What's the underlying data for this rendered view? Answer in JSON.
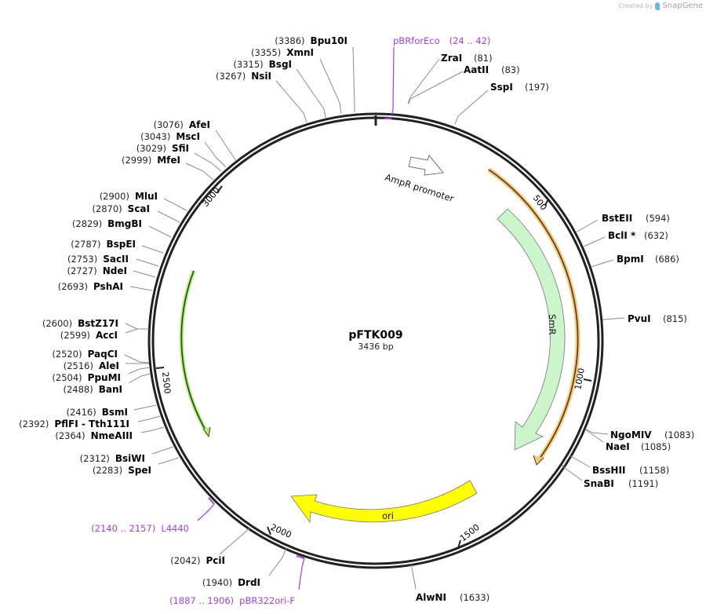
{
  "credit": {
    "prefix": "Created by",
    "brand": "SnapGene"
  },
  "plasmid": {
    "name": "pFTK009",
    "length_label": "3436 bp",
    "length": 3436
  },
  "ticks": [
    {
      "label": "500",
      "pos": 500
    },
    {
      "label": "1000",
      "pos": 1000
    },
    {
      "label": "1500",
      "pos": 1500
    },
    {
      "label": "2000",
      "pos": 2000
    },
    {
      "label": "2500",
      "pos": 2500
    },
    {
      "label": "3000",
      "pos": 3000
    }
  ],
  "features": [
    {
      "name": "AmpR promoter",
      "type": "promoter",
      "color": "#ffffff",
      "label": "AmpR promoter"
    },
    {
      "name": "SmR",
      "type": "CDS",
      "color": "#ccf5cc",
      "label": "SmR"
    },
    {
      "name": "ori",
      "type": "rep_origin",
      "color": "#ffff00",
      "label": "ori"
    },
    {
      "name": "orange-feature",
      "type": "misc",
      "color": "#f8c878",
      "label": ""
    },
    {
      "name": "green-feature",
      "type": "misc",
      "color": "#a8f070",
      "label": ""
    }
  ],
  "enzymes_right": [
    {
      "name": "ZraI",
      "pos": "(81)"
    },
    {
      "name": "AatII",
      "pos": "(83)"
    },
    {
      "name": "SspI",
      "pos": "(197)"
    },
    {
      "name": "BstEII",
      "pos": "(594)"
    },
    {
      "name": "BclI *",
      "pos": "(632)"
    },
    {
      "name": "BpmI",
      "pos": "(686)"
    },
    {
      "name": "PvuI",
      "pos": "(815)"
    },
    {
      "name": "NgoMIV",
      "pos": "(1083)"
    },
    {
      "name": "NaeI",
      "pos": "(1085)"
    },
    {
      "name": "BssHII",
      "pos": "(1158)"
    },
    {
      "name": "SnaBI",
      "pos": "(1191)"
    },
    {
      "name": "AlwNI",
      "pos": "(1633)"
    }
  ],
  "enzymes_left": [
    {
      "name": "Bpu10I",
      "pos": "(3386)"
    },
    {
      "name": "XmnI",
      "pos": "(3355)"
    },
    {
      "name": "BsgI",
      "pos": "(3315)"
    },
    {
      "name": "NsiI",
      "pos": "(3267)"
    },
    {
      "name": "AfeI",
      "pos": "(3076)"
    },
    {
      "name": "MscI",
      "pos": "(3043)"
    },
    {
      "name": "SfiI",
      "pos": "(3029)"
    },
    {
      "name": "MfeI",
      "pos": "(2999)"
    },
    {
      "name": "MluI",
      "pos": "(2900)"
    },
    {
      "name": "ScaI",
      "pos": "(2870)"
    },
    {
      "name": "BmgBI",
      "pos": "(2829)"
    },
    {
      "name": "BspEI",
      "pos": "(2787)"
    },
    {
      "name": "SacII",
      "pos": "(2753)"
    },
    {
      "name": "NdeI",
      "pos": "(2727)"
    },
    {
      "name": "PshAI",
      "pos": "(2693)"
    },
    {
      "name": "BstZ17I",
      "pos": "(2600)"
    },
    {
      "name": "AccI",
      "pos": "(2599)"
    },
    {
      "name": "PaqCI",
      "pos": "(2520)"
    },
    {
      "name": "AleI",
      "pos": "(2516)"
    },
    {
      "name": "PpuMI",
      "pos": "(2504)"
    },
    {
      "name": "BanI",
      "pos": "(2488)"
    },
    {
      "name": "BsmI",
      "pos": "(2416)"
    },
    {
      "name": "PflFI  - Tth111I",
      "pos": "(2392)"
    },
    {
      "name": "NmeAIII",
      "pos": "(2364)"
    },
    {
      "name": "BsiWI",
      "pos": "(2312)"
    },
    {
      "name": "SpeI",
      "pos": "(2283)"
    },
    {
      "name": "PciI",
      "pos": "(2042)"
    },
    {
      "name": "DrdI",
      "pos": "(1940)"
    }
  ],
  "primers": [
    {
      "name": "pBRforEco",
      "range": "(24 .. 42)",
      "color": "#a040e0"
    },
    {
      "name": "L4440",
      "range": "(2140 .. 2157)",
      "color": "#a040e0"
    },
    {
      "name": "pBR322ori-F",
      "range": "(1887 .. 1906)",
      "color": "#a040e0"
    }
  ]
}
